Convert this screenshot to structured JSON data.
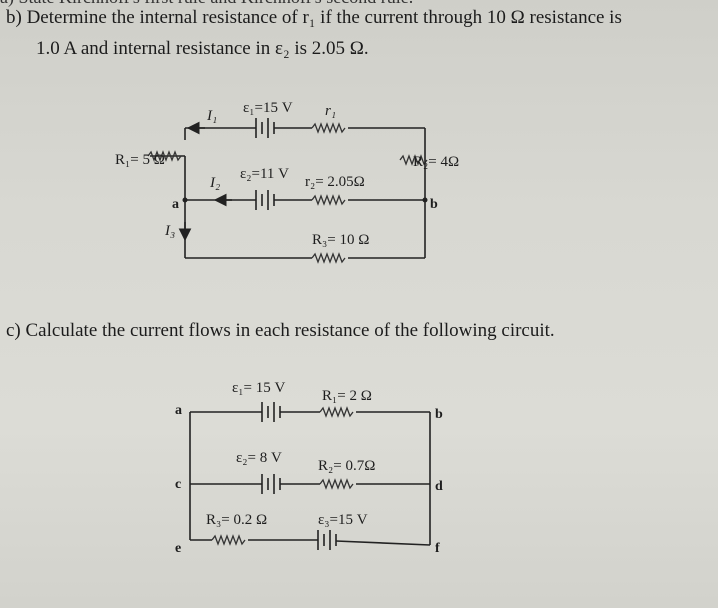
{
  "header_cut": "a)  State Kirchhoff's first rule and Kirchhoff's second rule.",
  "part_b": {
    "line1": "b)  Determine the internal resistance of r₁ if the current through 10 Ω resistance is",
    "line2": "1.0 A and internal resistance in ε₂ is 2.05 Ω."
  },
  "circuit_b": {
    "I1": "I₁",
    "emf1": "ε₁=15 V",
    "r1": "r₁",
    "R1": "R₁= 5 Ω",
    "R2": "R₂= 4Ω",
    "I2": "I₂",
    "emf2": "ε₂=11 V",
    "r2": "r₂= 2.05Ω",
    "node_a": "a",
    "node_b": "b",
    "I3": "I₃",
    "R3": "R₃= 10 Ω"
  },
  "part_c": {
    "text": "c)  Calculate the current flows in each resistance of the following circuit."
  },
  "circuit_c": {
    "emf1": "ε₁= 15 V",
    "R1": "R₁= 2 Ω",
    "emf2": "ε₂= 8 V",
    "R2": "R₂= 0.7Ω",
    "R3": "R₃= 0.2 Ω",
    "emf3": "ε₃=15 V",
    "node_a": "a",
    "node_b": "b",
    "node_c": "c",
    "node_d": "d",
    "node_e": "e",
    "node_f": "f"
  }
}
